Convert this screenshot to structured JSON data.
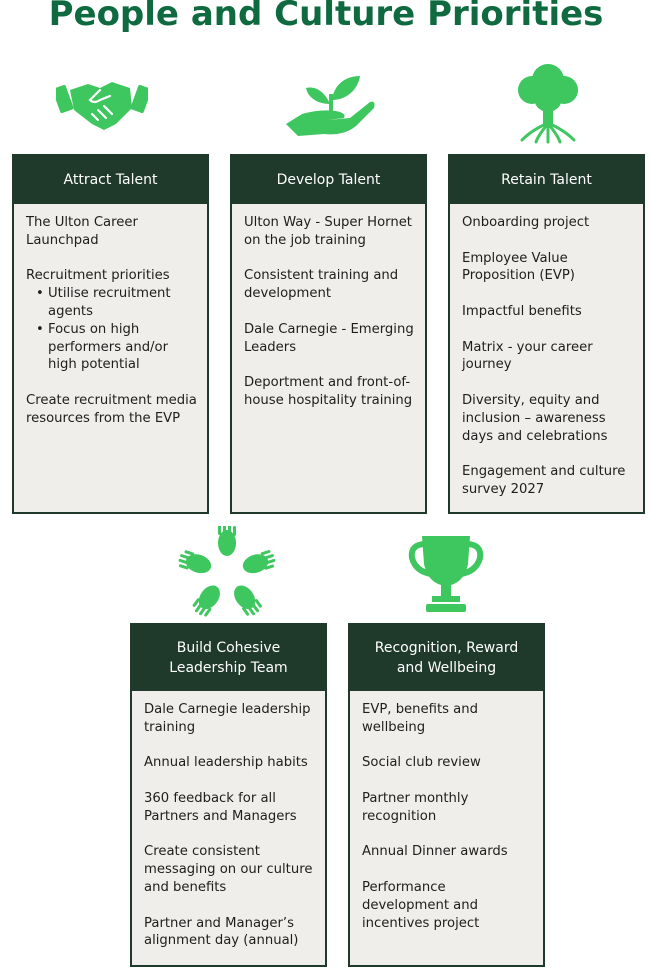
{
  "page": {
    "title": "People and Culture Priorities"
  },
  "colors": {
    "title": "#0f6a40",
    "icon": "#3ec65f",
    "header_bg": "#1f3a2b",
    "card_bg": "#f0eeea"
  },
  "cards": [
    {
      "title": "Attract Talent",
      "icon": "handshake-icon",
      "items": [
        {
          "text": "The Ulton Career Launchpad"
        },
        {
          "text": "Recruitment priorities",
          "bullets": [
            "Utilise recruitment agents",
            "Focus on high performers and/or high potential"
          ]
        },
        {
          "text": "Create recruitment media resources from the EVP"
        }
      ]
    },
    {
      "title": "Develop Talent",
      "icon": "seedling-in-hand-icon",
      "items": [
        {
          "text": "Ulton Way - Super Hornet on the job training"
        },
        {
          "text": "Consistent training and development"
        },
        {
          "text": "Dale Carnegie - Emerging Leaders"
        },
        {
          "text": "Deportment and front-of-house hospitality training"
        }
      ]
    },
    {
      "title": "Retain Talent",
      "icon": "tree-icon",
      "items": [
        {
          "text": "Onboarding project"
        },
        {
          "text": "Employee Value Proposition (EVP)"
        },
        {
          "text": "Impactful benefits"
        },
        {
          "text": "Matrix - your career journey"
        },
        {
          "text": "Diversity, equity and inclusion – awareness days and celebrations"
        },
        {
          "text": "Engagement and culture survey 2027"
        }
      ]
    },
    {
      "title": "Build Cohesive Leadership Team",
      "icon": "hands-circle-icon",
      "items": [
        {
          "text": "Dale Carnegie leadership training"
        },
        {
          "text": "Annual leadership habits"
        },
        {
          "text": "360 feedback for all Partners and Managers"
        },
        {
          "text": "Create consistent messaging on our culture and benefits"
        },
        {
          "text": "Partner and Manager’s alignment day (annual)"
        }
      ]
    },
    {
      "title": "Recognition, Reward and Wellbeing",
      "icon": "trophy-icon",
      "items": [
        {
          "text": "EVP, benefits and wellbeing"
        },
        {
          "text": "Social club review"
        },
        {
          "text": "Partner monthly recognition"
        },
        {
          "text": "Annual Dinner awards"
        },
        {
          "text": "Performance development and incentives project"
        }
      ]
    }
  ]
}
